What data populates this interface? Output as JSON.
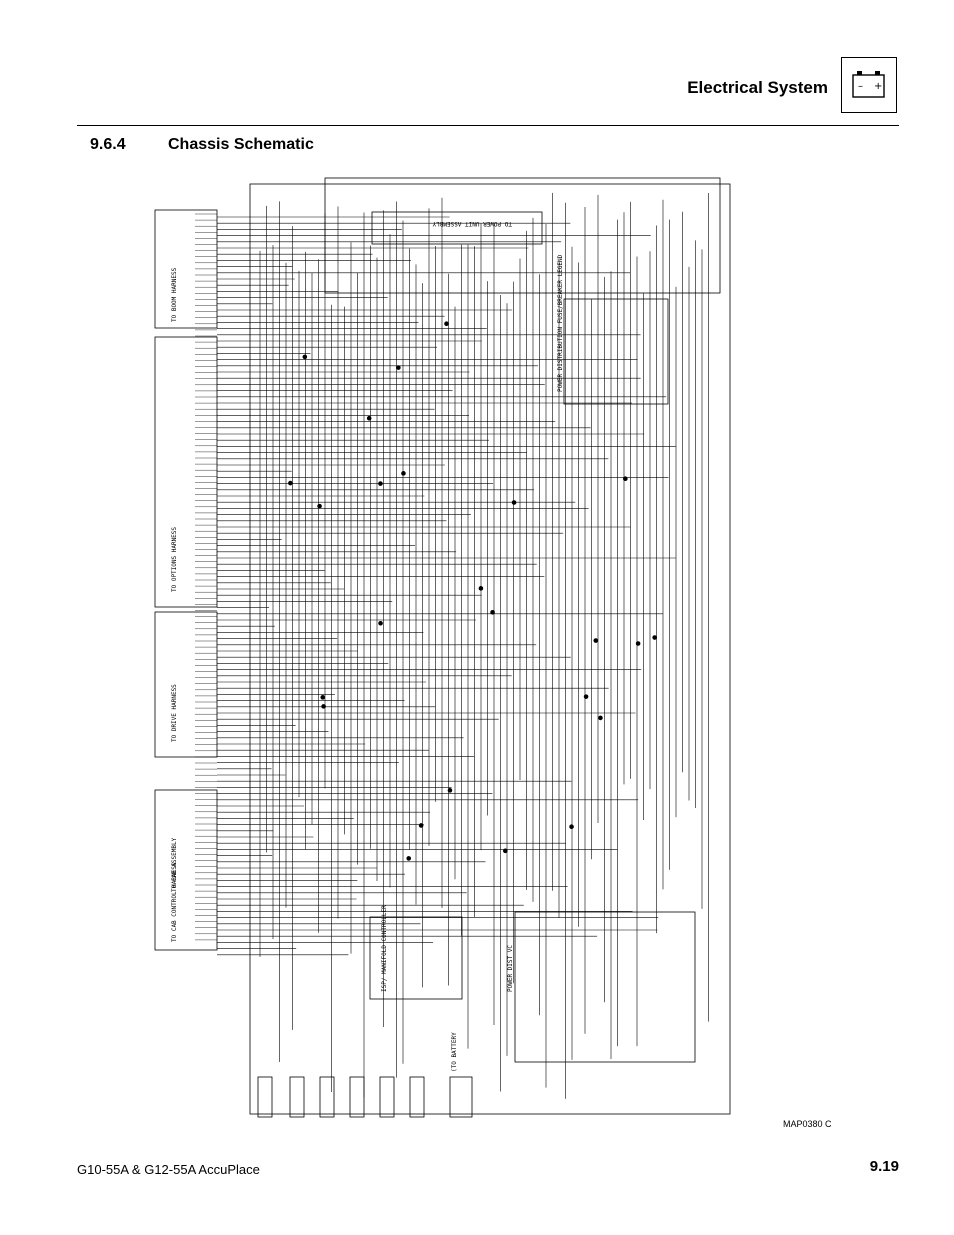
{
  "header": {
    "title": "Electrical System",
    "icon": "battery-icon",
    "battery_minus": "–",
    "battery_plus": "+"
  },
  "section": {
    "number": "9.6.4",
    "title": "Chassis Schematic"
  },
  "schematic": {
    "harness_labels": [
      "TO BOOM HARNESS",
      "TO OPTIONS HARNESS",
      "TO DRIVE HARNESS",
      "TO CAB ASSEMBLY",
      "TO CAB CONTROL HARNESS"
    ],
    "power_unit_label": "TO POWER UNIT ASSEMBLY",
    "fuse_legend_label": "POWER DISTRIBUTION FUSE/BREAKER LEGEND",
    "power_dist_label": "POWER DIST VC",
    "battery_label": "(TO BATTERY",
    "controller_label": "ISP/ MANIFOLD CONTROLLER",
    "figure_code": "MAP0380 C"
  },
  "footer": {
    "model": "G10-55A & G12-55A AccuPlace",
    "page": "9.19"
  }
}
